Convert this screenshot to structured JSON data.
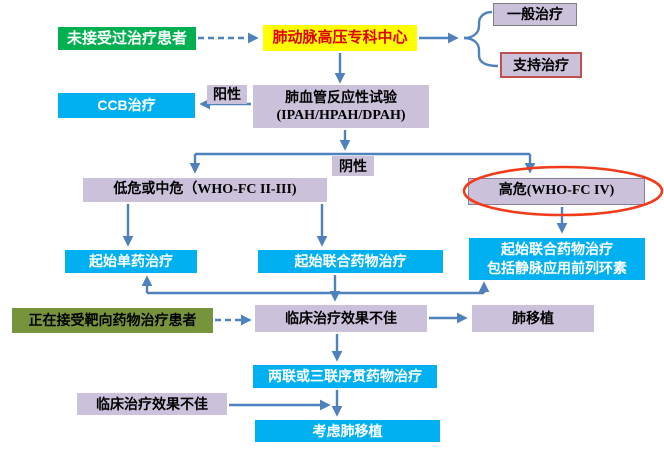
{
  "palette": {
    "green": "#00B050",
    "yellow": "#FFFF00",
    "blue": "#00B0F0",
    "purple": "#CCC1DA",
    "olive": "#77933C",
    "arrow": "#4F81BD",
    "red-text": "#E00000",
    "ellipse": "#F13B19",
    "supportive-border": "#C0504D",
    "box-border": "#7F7F7F",
    "highrisk-border": "#8A7F99"
  },
  "nodes": {
    "untreated": "未接受过治疗患者",
    "ph_center": "肺动脉高压专科中心",
    "general": "一般治疗",
    "supportive": "支持治疗",
    "ccb": "CCB治疗",
    "vasoreactivity": {
      "line1": "肺血管反应性试验",
      "line2": "(IPAH/HPAH/DPAH)"
    },
    "positive": "阳性",
    "negative": "阴性",
    "low_mid_risk": "低危或中危（WHO-FC II-III)",
    "high_risk": "高危(WHO-FC IV)",
    "monotherapy": "起始单药治疗",
    "combination": "起始联合药物治疗",
    "combination_iv": {
      "line1": "起始联合药物治疗",
      "line2": "包括静脉应用前列环素"
    },
    "targeted_patients": "正在接受靶向药物治疗患者",
    "poor_response_1": "临床治疗效果不佳",
    "lung_transplant": "肺移植",
    "sequential_therapy": "两联或三联序贯药物治疗",
    "poor_response_2": "临床治疗效果不佳",
    "consider_transplant": "考虑肺移植"
  }
}
